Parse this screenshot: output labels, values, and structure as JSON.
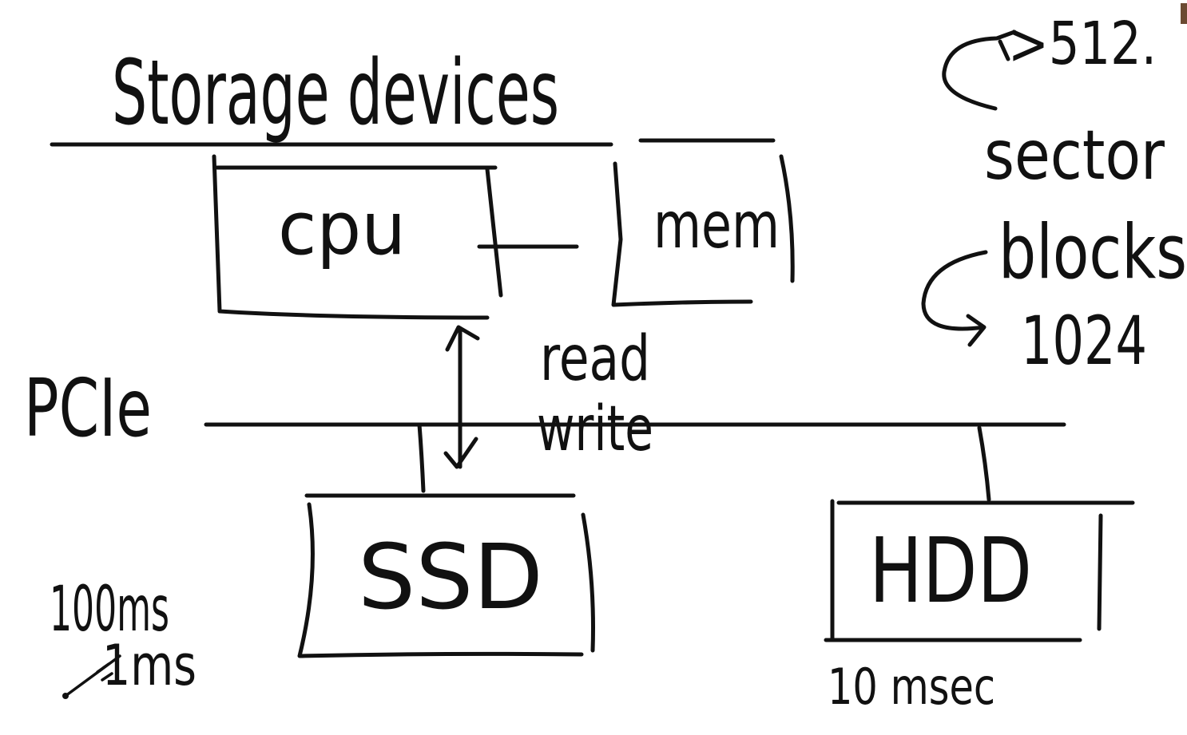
{
  "title": "Storage devices",
  "blocks": {
    "cpu": "cpu",
    "mem": "mem",
    "ssd": "SSD",
    "hdd": "HDD"
  },
  "bus_label": "PCIe",
  "arrow_labels": {
    "read": "read",
    "write": "write"
  },
  "latency": {
    "line1": "100ms",
    "line2": "1ms",
    "hdd": "10 msec"
  },
  "sizes": {
    "top": ">512.",
    "sector": "sector",
    "blocks": "blocks",
    "bottom": "1024"
  }
}
